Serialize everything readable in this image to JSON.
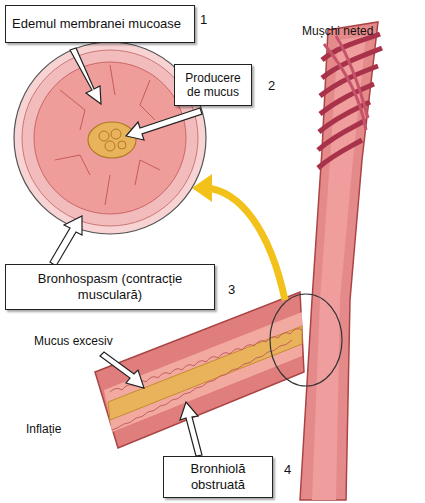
{
  "diagram": {
    "nodes": [
      {
        "text": [
          "Edemul membranei mucoase"
        ]
      },
      {
        "text": [
          "Producere de mucus"
        ]
      },
      {
        "text": [
          "Bronhospasm (contracție musculară)"
        ]
      },
      {
        "text": [
          "Bronhiolă obstruată"
        ]
      }
    ],
    "labels": [
      "1",
      "Mușchi neted",
      "2",
      "3",
      "Mucus excesiv",
      "Inflație",
      "4"
    ]
  }
}
